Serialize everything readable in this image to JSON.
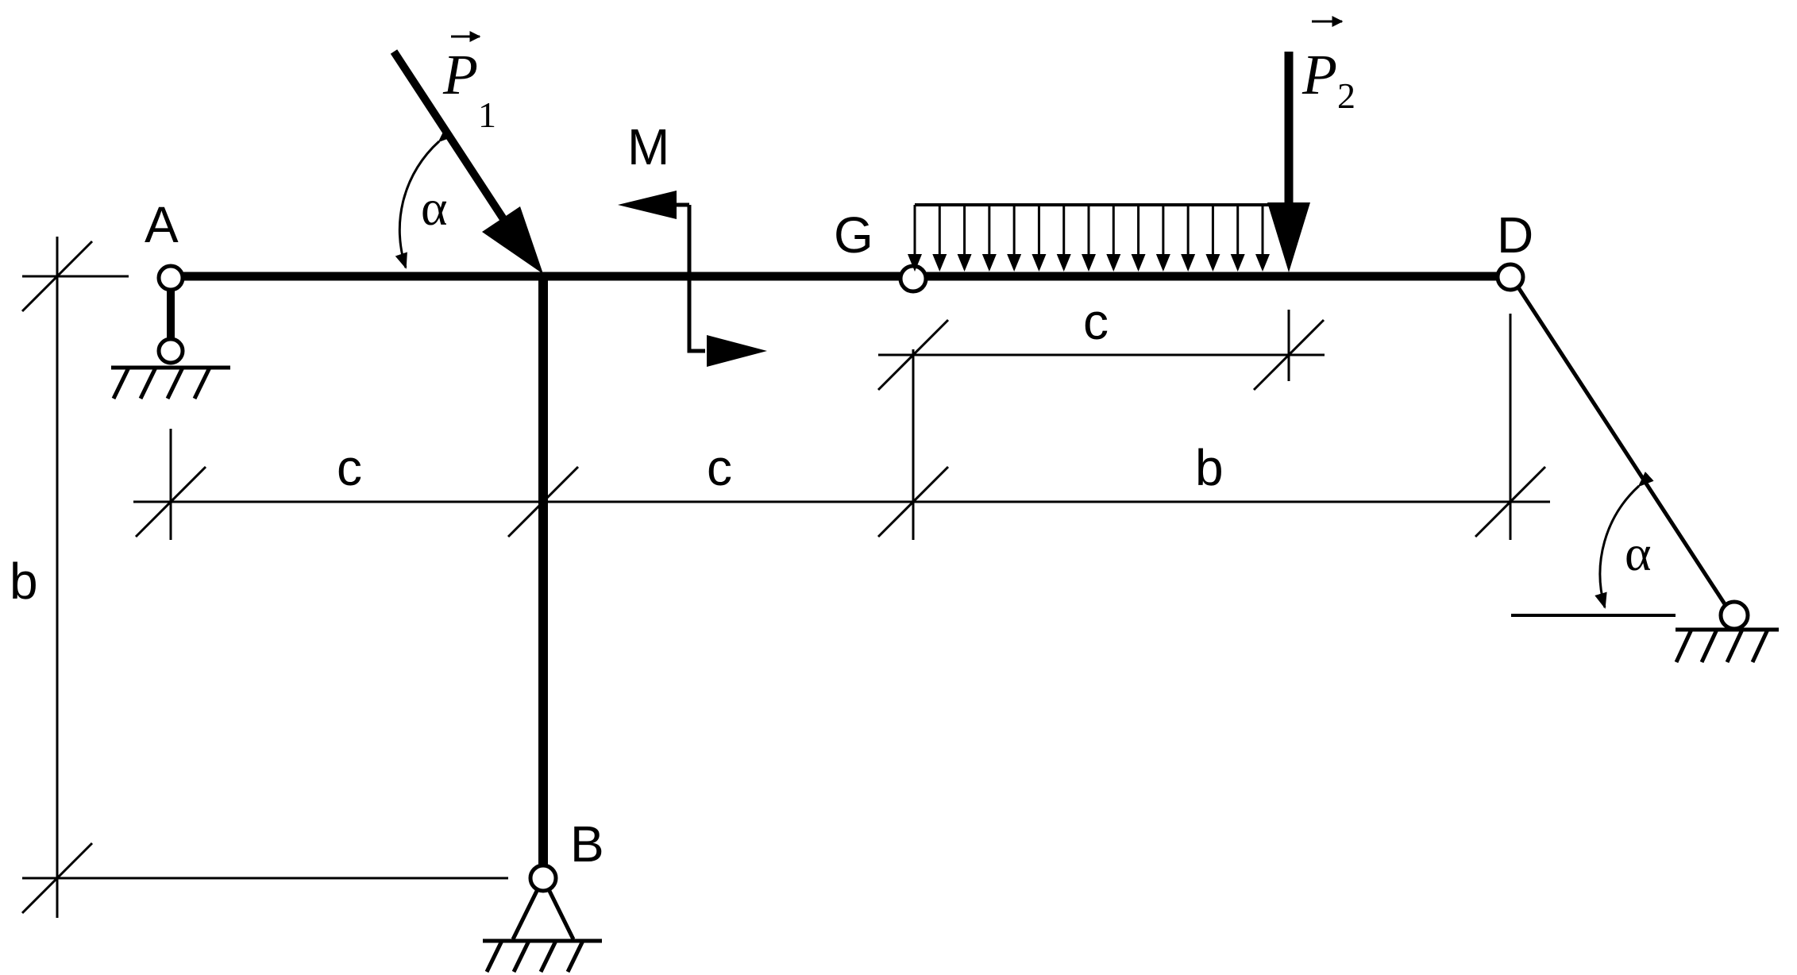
{
  "labels": {
    "A": "A",
    "B": "B",
    "G": "G",
    "D": "D",
    "M": "M",
    "P1_letter": "P",
    "P1_sub": "1",
    "P2_letter": "P",
    "P2_sub": "2",
    "alpha": "α"
  },
  "dimensions": {
    "c_top": "c",
    "c_left": "c",
    "c_mid": "c",
    "b_right": "b",
    "b_vertical": "b"
  },
  "colors": {
    "ink": "#000000",
    "background": "#ffffff"
  }
}
